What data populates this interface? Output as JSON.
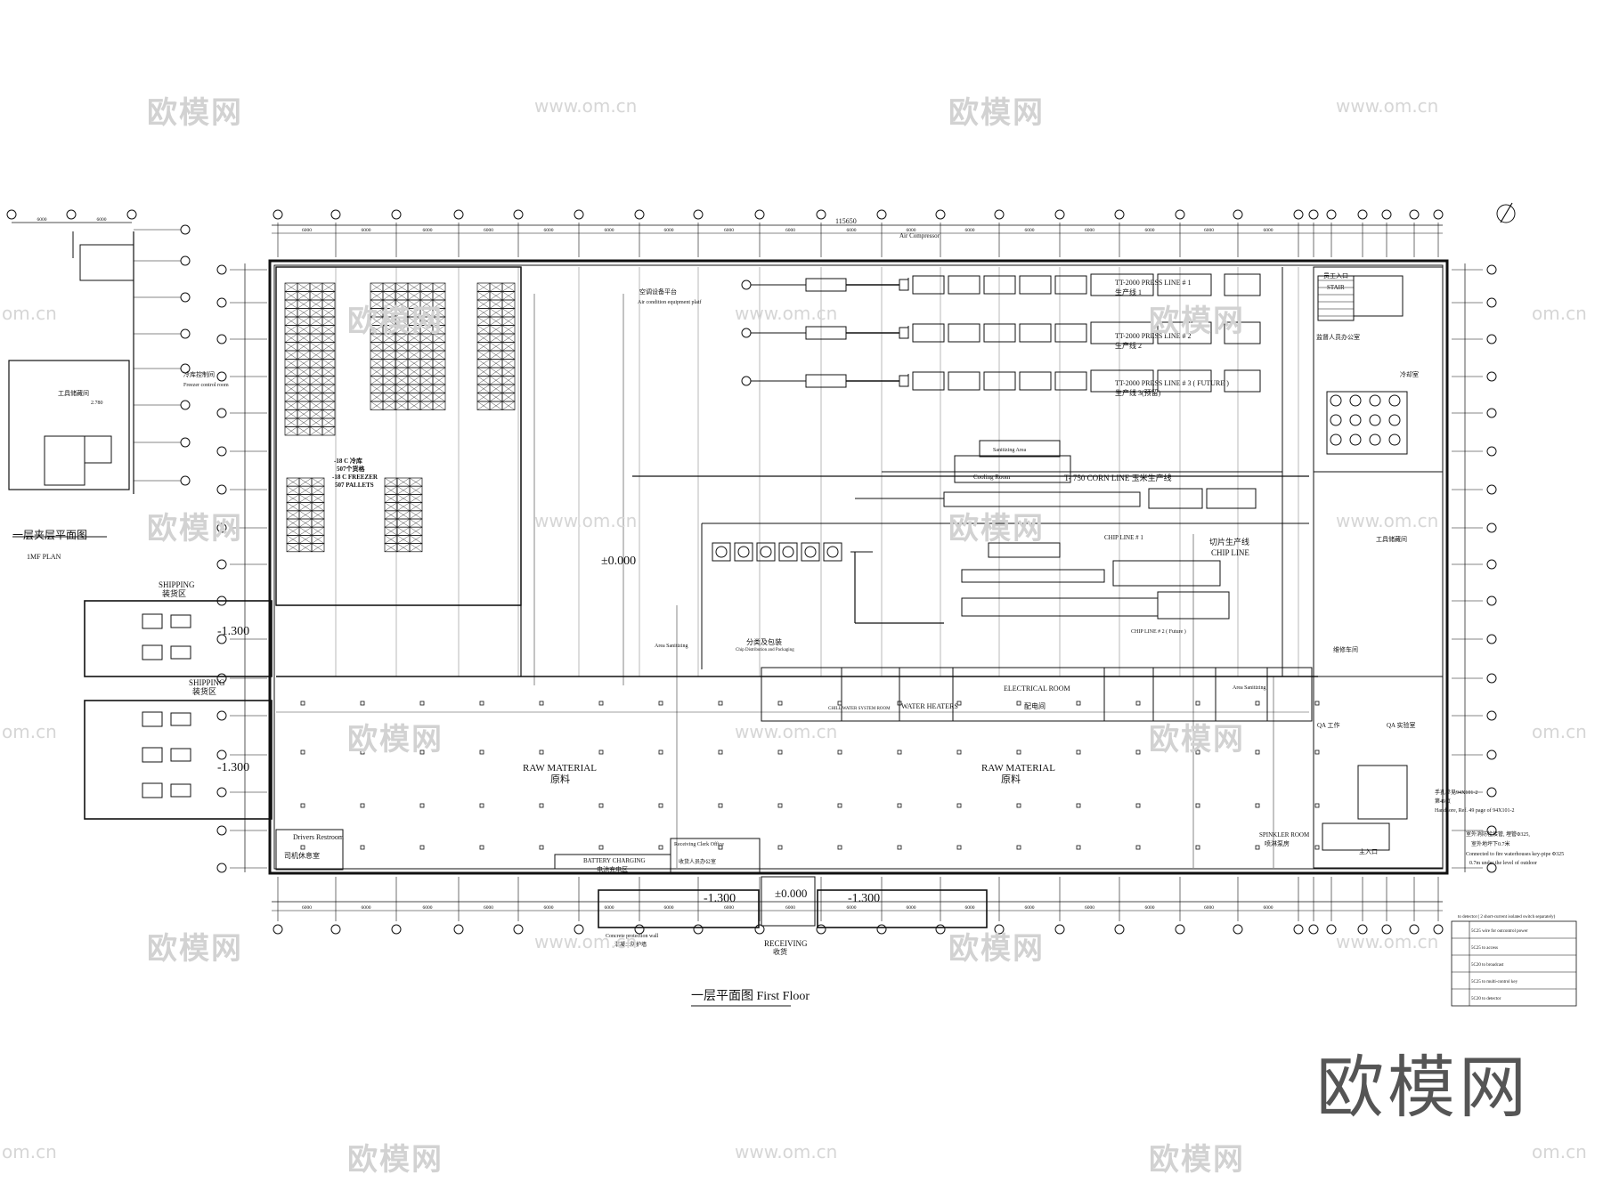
{
  "drawing": {
    "main_title": "一层平面图 First Floor",
    "mezz_title": "一层夹层平面图",
    "mezz_subtitle": "1MF PLAN",
    "overall_dim": "115650",
    "bay_dim": "6000",
    "level_zero": "±0.000",
    "level_dock": "-1.300"
  },
  "zones": {
    "freezer_1": "-18 C 冷库",
    "freezer_2": "507个货格",
    "freezer_3": "-18 C FREEZER",
    "freezer_4": "507 PALLETS",
    "freezer_control_cn": "冷库控制间",
    "freezer_control_en": "Freezer control room",
    "shipping_en": "SHIPPING",
    "shipping_cn": "装货区",
    "raw_en": "RAW MATERIAL",
    "raw_cn": "原料",
    "receiving_en": "RECEIVING",
    "receiving_cn": "收货",
    "press1_en": "TT-2000 PRESS LINE # 1",
    "press1_cn": "生产线 1",
    "press2_en": "TT-2000 PRESS LINE # 2",
    "press2_cn": "生产线 2",
    "press3_en": "TT-2000 PRESS LINE # 3 ( FUTURE )",
    "press3_cn": "生产线 3(预留)",
    "corn_line": "T- 750 CORN LINE 玉米生产线",
    "cooling_room": "Cooling Room",
    "chip_line_1": "CHIP LINE # 1",
    "chip_cn": "切片生产线",
    "chip_en": "CHIP LINE",
    "chip_line_future": "CHIP LINE # 2 ( Future )",
    "chip_dist_cn": "分类及包装",
    "chip_dist_en": "Chip Distribution and Packaging",
    "sanitizing": "Sanitizing Area",
    "area_sanitizing": "Area Sanitizing",
    "electrical_en": "ELECTRICAL ROOM",
    "electrical_cn": "配电间",
    "water_heaters": "WATER HEATERS",
    "chill_water": "CHILL WATER SYSTEM ROOM",
    "spinkler_en": "SPINKLER ROOM",
    "spinkler_cn": "喷淋泵房",
    "battery": "BATTERY CHARGING",
    "battery_cn": "电池充电区",
    "receiving_office": "Receiving Clerk Office",
    "receiving_office_cn": "收货人员办公室",
    "drivers_en": "Drivers Restroom",
    "drivers_cn": "司机休息室",
    "concrete": "Concrete protection wall",
    "concrete_cn": "混凝土防护墙",
    "air_comp": "Air Compressor",
    "air_platform_cn": "空调设备平台",
    "air_platform_en": "Air condition equipment platf",
    "stair": "STAIR",
    "staff_entry": "员工入口",
    "supervisor": "监督人员办公室",
    "maintenance": "维修车间",
    "qa_1": "QA 工作",
    "qa_2": "QA 实验室",
    "tool_storage": "工具储藏间",
    "main_entry": "主入口",
    "cooling_cn": "冷却室",
    "handbook_1": "手孔参见94X101-2",
    "handbook_2": "第49页",
    "handbook_3": "Handhore, Ref. 49 page of 94X101-2",
    "fire_note_1": "室外消防栓接管, 埋管Φ325,",
    "fire_note_2": "室外地坪下0.7米",
    "fire_note_3": "Connected to fire waterhouses key-pipe Φ325",
    "fire_note_4": "0.7m under the level of outdoor",
    "mezz_elev": "2.780",
    "mezz_room": "工具储藏间"
  },
  "legend": {
    "title": "to detector ( 2 short-current isolated switch separately)",
    "rows": [
      "5C25 wire for outcontrol power",
      "5C25 to access",
      "5C20 to broadcast",
      "5C25 to multi-control key",
      "5C20 to detector"
    ]
  },
  "watermark": {
    "cn": "欧模网",
    "url": "www.om.cn",
    "frag": "om.cn"
  }
}
